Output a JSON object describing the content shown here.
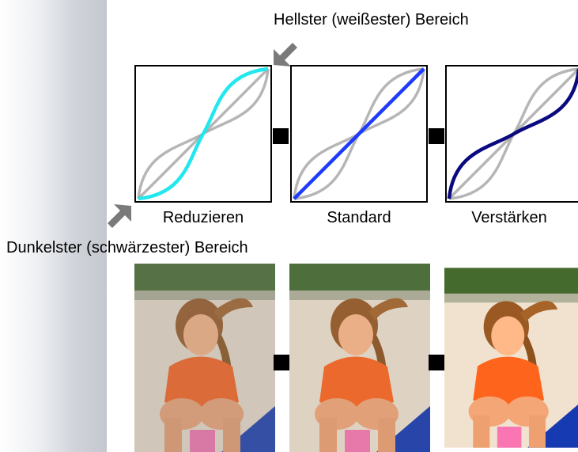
{
  "labels": {
    "brightest": "Hellster (weißester) Bereich",
    "darkest": "Dunkelster (schwärzester) Bereich"
  },
  "curves": [
    {
      "caption": "Reduzieren",
      "mode": "reduce",
      "color": "#22e8ee"
    },
    {
      "caption": "Standard",
      "mode": "standard",
      "color": "#1c3bff"
    },
    {
      "caption": "Verstärken",
      "mode": "enhance",
      "color": "#0a0a80"
    }
  ],
  "colors": {
    "reference_curve": "#9e9e9e",
    "arrow": "#7a7a7a",
    "connector": "#000000"
  },
  "photos": [
    {
      "variant": "reduced-contrast",
      "contrast": 0.85
    },
    {
      "variant": "standard",
      "contrast": 1.0
    },
    {
      "variant": "enhanced-contrast",
      "contrast": 1.2
    }
  ]
}
